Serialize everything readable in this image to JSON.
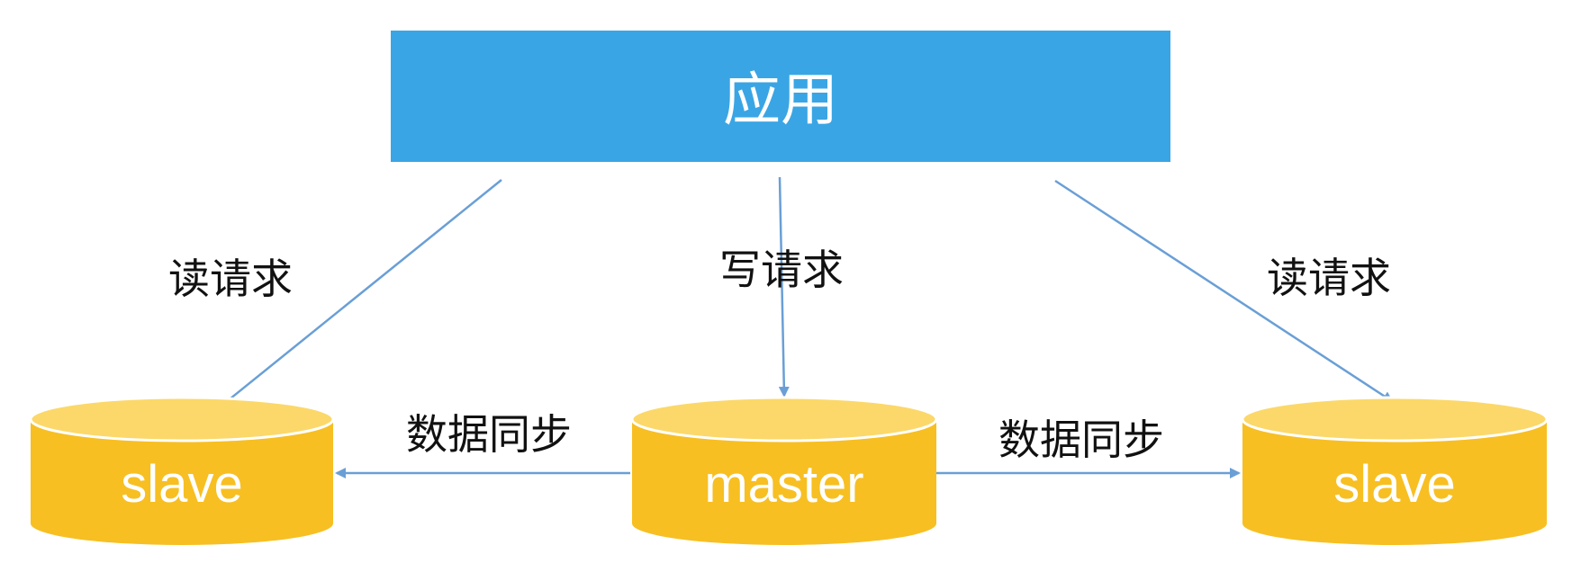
{
  "app": {
    "label": "应用",
    "color": "#3aa5e4"
  },
  "databases": {
    "left": {
      "label": "slave"
    },
    "center": {
      "label": "master"
    },
    "right": {
      "label": "slave"
    },
    "body_color": "#f7bf22",
    "top_color": "#fbd869"
  },
  "edges": {
    "read_left": "读请求",
    "write": "写请求",
    "read_right": "读请求",
    "sync_left": "数据同步",
    "sync_right": "数据同步",
    "arrow_color": "#6a9fd6"
  }
}
